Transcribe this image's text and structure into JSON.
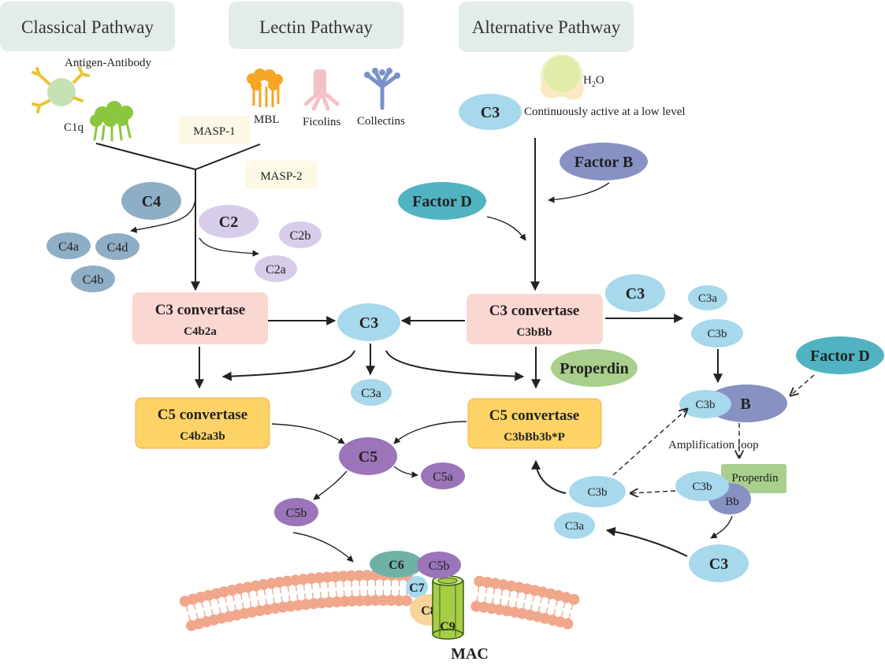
{
  "headers": {
    "classical": "Classical Pathway",
    "lectin": "Lectin Pathway",
    "alternative": "Alternative Pathway"
  },
  "classical": {
    "antigen_antibody": "Antigen-Antibody",
    "c1q": "C1q",
    "masp1": "MASP-1",
    "masp2": "MASP-2"
  },
  "lectin": {
    "mbl": "MBL",
    "ficolins": "Ficolins",
    "collectins": "Collectins"
  },
  "alternative": {
    "h2o_h": "H",
    "h2o_sub": "2",
    "h2o_o": "O",
    "c3_top": "C3",
    "low_level": "Continuously active at a low level",
    "factor_b": "Factor B",
    "factor_d": "Factor D"
  },
  "cleavage": {
    "c4": "C4",
    "c4a": "C4a",
    "c4d": "C4d",
    "c4b": "C4b",
    "c2": "C2",
    "c2b": "C2b",
    "c2a": "C2a"
  },
  "convertases": {
    "c3_classical_title": "C3 convertase",
    "c3_classical_sub": "C4b2a",
    "c3_alt_title": "C3 convertase",
    "c3_alt_sub": "C3bBb",
    "c5_classical_title": "C5 convertase",
    "c5_classical_sub": "C4b2a3b",
    "c5_alt_title": "C5 convertase",
    "c5_alt_sub": "C3bBb3b*P"
  },
  "center": {
    "c3": "C3",
    "c3a": "C3a",
    "properdin": "Properdin",
    "c5": "C5",
    "c5a": "C5a",
    "c5b": "C5b"
  },
  "loop": {
    "c3_input": "C3",
    "c3a": "C3a",
    "c3b": "C3b",
    "factor_d": "Factor D",
    "c3b_b": "C3b",
    "b": "B",
    "amplification": "Amplification loop",
    "c3b_p": "C3b",
    "properdin": "Properdin",
    "bb": "Bb",
    "c3b_left": "C3b",
    "c3a_left": "C3a",
    "c3_bottom": "C3"
  },
  "mac": {
    "c6": "C6",
    "c5b": "C5b",
    "c7": "C7",
    "c8": "C8",
    "c9": "C9",
    "label": "MAC"
  },
  "colors": {
    "header_bg": "#e3ece7",
    "c3_blue": "#a7d8ec",
    "c4_steel": "#8eaec6",
    "c2_lavender": "#d7cdea",
    "factor_b": "#8791c2",
    "factor_d": "#51b3c2",
    "c3_convertase": "#fbd7d2",
    "c5_convertase": "#fdd367",
    "properdin": "#a8cf8c",
    "c5_purple": "#9b74b9",
    "c6_teal": "#6fb2a5",
    "c9_green": "#a6cd46",
    "membrane": "#f1a78c"
  }
}
